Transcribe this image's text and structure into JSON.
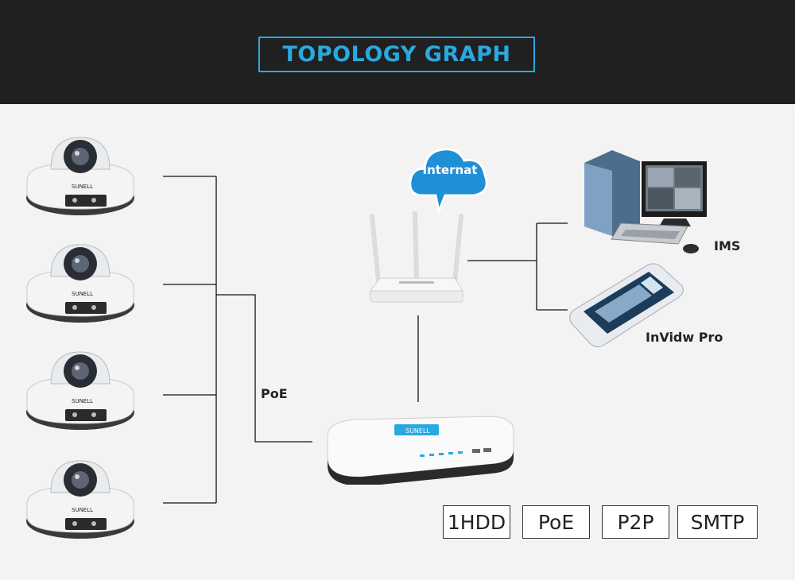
{
  "header": {
    "title": "TOPOLOGY GRAPH"
  },
  "cloud": {
    "label": "Internat"
  },
  "labels": {
    "poe": "PoE",
    "ims": "IMS",
    "invidw": "InVidw Pro"
  },
  "cameras": [
    {
      "brand": "SUNELL"
    },
    {
      "brand": "SUNELL"
    },
    {
      "brand": "SUNELL"
    },
    {
      "brand": "SUNELL"
    }
  ],
  "nvr": {
    "brand": "SUNELL"
  },
  "features": [
    "1HDD",
    "PoE",
    "P2P",
    "SMTP"
  ],
  "colors": {
    "accent": "#29a9e0",
    "header_bg": "#202020",
    "body_bg": "#f3f3f3"
  }
}
